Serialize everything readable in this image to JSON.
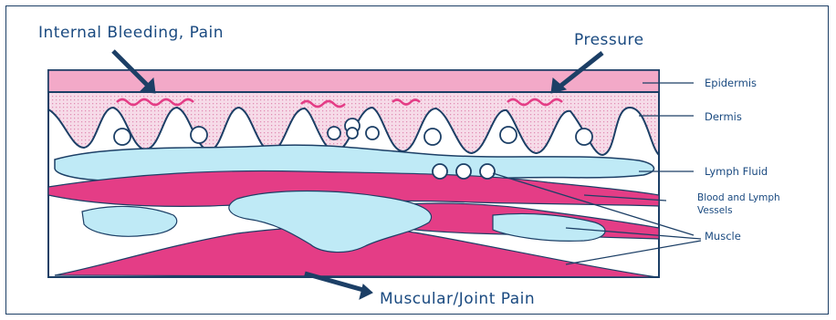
{
  "labels": {
    "internal_bleeding": "Internal Bleeding, Pain",
    "pressure": "Pressure",
    "epidermis": "Epidermis",
    "dermis": "Dermis",
    "lymph_fluid": "Lymph Fluid",
    "blood_lymph_line1": "Blood and Lymph",
    "blood_lymph_line2": "Vessels",
    "muscle": "Muscle",
    "muscular_joint_pain": "Muscular/Joint Pain"
  },
  "colors": {
    "ink": "#1a4a80",
    "epidermis": "#f3a9c8",
    "dermis": "#f4d3e2",
    "lymph": "#bfeaf6",
    "muscle": "#e43d86",
    "outline": "#1c3f66"
  }
}
